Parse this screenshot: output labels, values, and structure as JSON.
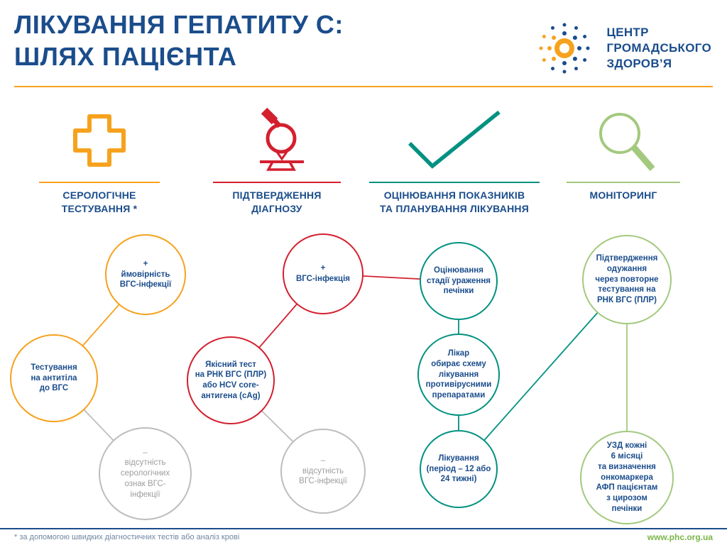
{
  "colors": {
    "blue": "#1B4D8C",
    "orange": "#F6A21E",
    "red": "#D3202F",
    "teal": "#009180",
    "light_green": "#A3C97E",
    "gray": "#9D9D9C",
    "url_green": "#7AB648"
  },
  "header": {
    "title": "ЛІКУВАННЯ ГЕПАТИТУ С:\nШЛЯХ ПАЦІЄНТА",
    "logo_text": "ЦЕНТР\nГРОМАДСЬКОГО\nЗДОРОВ’Я"
  },
  "stages": [
    {
      "label": "СЕРОЛОГІЧНЕ\nТЕСТУВАННЯ *",
      "icon": "cross-icon",
      "color": "#F6A21E"
    },
    {
      "label": "ПІДТВЕРДЖЕННЯ\nДІАГНОЗУ",
      "icon": "microscope-icon",
      "color": "#D3202F"
    },
    {
      "label": "ОЦІНЮВАННЯ ПОКАЗНИКІВ\nТА ПЛАНУВАННЯ ЛІКУВАННЯ",
      "icon": "checkmark-icon",
      "color": "#009180"
    },
    {
      "label": "МОНІТОРИНГ",
      "icon": "magnifier-icon",
      "color": "#A3C97E"
    }
  ],
  "nodes": {
    "probability": "+\nймовірність\nВГС-інфекції",
    "antibody_test": "Тестування\nна антитіла\nдо ВГС",
    "no_serology": "–\nвідсутність\nсерологічних\nознак ВГС-\nінфекції",
    "infection": "+\nВГС-інфекція",
    "rna_test": "Якісний тест\nна РНК ВГС (ПЛР)\nабо HCV core-\nантигена (cAg)",
    "no_infection": "–\nвідсутність\nВГС-інфекції",
    "liver_assessment": "Оцінювання\nстадії ураження\nпечінки",
    "doctor_scheme": "Лікар\nобирає схему\nлікування\nпротивірусними\nпрепаратами",
    "treatment": "Лікування\n(період – 12 або\n24 тижні)",
    "cure_confirmation": "Підтвердження\nодужання\nчерез повторне\nтестування на\nРНК ВГС (ПЛР)",
    "ultrasound": "УЗД кожні\n6 місяці\nта визначення\nонкомаркера\nАФП пацієнтам\nз цирозом\nпечінки"
  },
  "footer": {
    "note": "* за допомогою швидких діагностичних тестів або аналіз крові",
    "url": "www.phc.org.ua"
  }
}
